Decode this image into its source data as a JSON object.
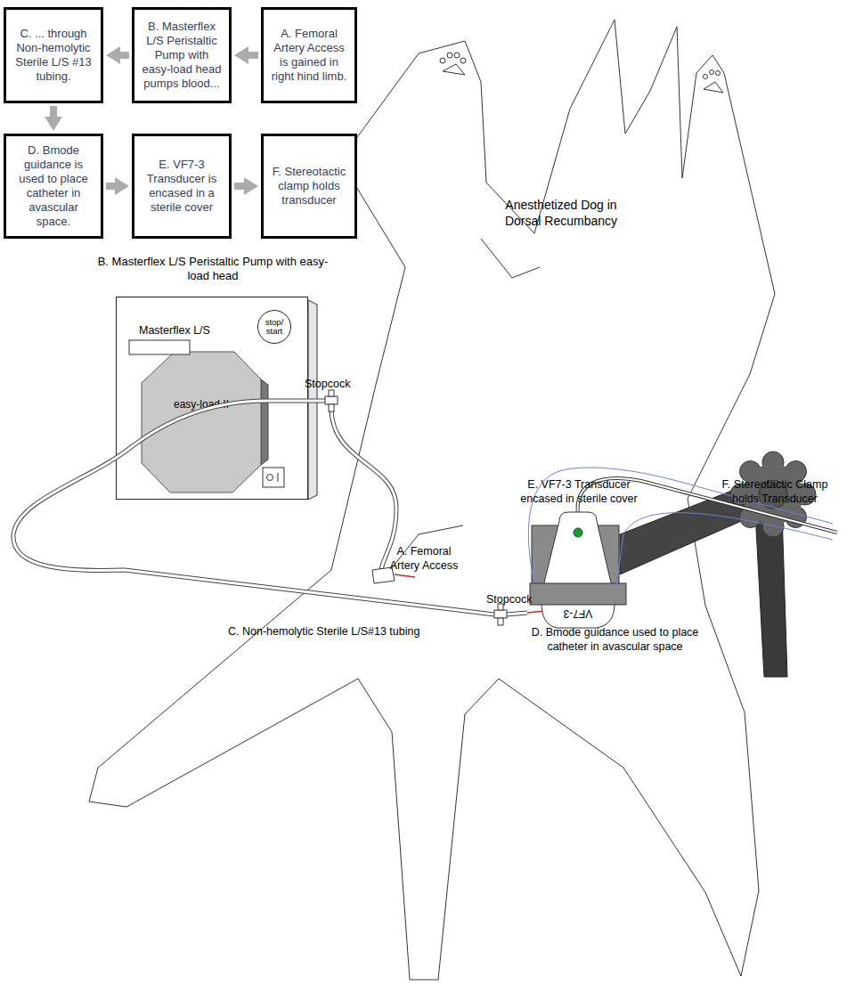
{
  "diagram": {
    "nodes": [
      {
        "text": [
          "A. Femoral Artery Access is gained in right hind limb."
        ]
      },
      {
        "text": [
          "B. Masterflex L/S Peristaltic Pump with easy-load head pumps blood..."
        ]
      },
      {
        "text": [
          "C. ... through Non-hemolytic Sterile L/S #13 tubing."
        ]
      },
      {
        "text": [
          "D. Bmode guidance is used to place catheter in avascular space."
        ]
      },
      {
        "text": [
          "E. VF7-3 Transducer is encased in a sterile cover"
        ]
      },
      {
        "text": [
          "F. Stereotactic clamp holds transducer"
        ]
      },
      {
        "text": [
          "B. Masterflex L/S Peristaltic Pump with easy-load head",
          "Masterflex L/S"
        ]
      },
      {
        "text": [
          "easy-load II"
        ],
        "in": 6
      },
      {
        "text": [
          "stop/ start"
        ],
        "in": 6
      }
    ],
    "edges": [
      {
        "from": 0,
        "to": 1,
        "arrow": "to"
      },
      {
        "from": 1,
        "to": 2,
        "arrow": "to"
      },
      {
        "from": 2,
        "to": 3,
        "arrow": "to"
      },
      {
        "from": 3,
        "to": 4,
        "arrow": "to"
      },
      {
        "from": 4,
        "to": 5,
        "arrow": "to"
      }
    ],
    "labels": [
      "Anesthetized Dog in Dorsal Recumbancy",
      "Stopcock",
      "A. Femoral Artery Access",
      "Stopcock",
      "C. Non-hemolytic Sterile L/S#13 tubing",
      "D. Bmode guidance used to place catheter in avascular space",
      "E. VF7-3 Transducer encased in sterile cover",
      "F. Stereotactic Clamp holds Transducer",
      "VF7-3"
    ]
  }
}
